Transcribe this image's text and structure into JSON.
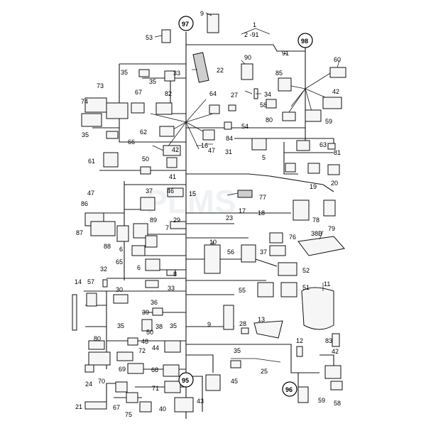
{
  "title": {
    "number": "1",
    "range": "2 -91"
  },
  "watermark": "PLMS",
  "circled_refs": [
    "97",
    "98",
    "95",
    "96"
  ],
  "part_labels": [
    "9",
    "53",
    "35",
    "33",
    "22",
    "35",
    "82",
    "67",
    "73",
    "74",
    "35",
    "66",
    "62",
    "64",
    "27",
    "34",
    "90",
    "85",
    "91",
    "60",
    "42",
    "58",
    "80",
    "59",
    "84",
    "54",
    "16",
    "47",
    "31",
    "5",
    "63",
    "81",
    "61",
    "50",
    "42",
    "41",
    "47",
    "46",
    "15",
    "77",
    "37",
    "19",
    "20",
    "86",
    "23",
    "17",
    "18",
    "29",
    "78",
    "79",
    "87",
    "89",
    "7",
    "88",
    "76",
    "6",
    "38B",
    "10",
    "56",
    "37",
    "52",
    "6",
    "65",
    "32",
    "8",
    "55",
    "51",
    "14",
    "57",
    "33",
    "30",
    "11",
    "36",
    "39",
    "35",
    "28",
    "13",
    "9",
    "35",
    "38",
    "50",
    "48",
    "80",
    "72",
    "44",
    "12",
    "83",
    "35",
    "25",
    "69",
    "68",
    "42",
    "24",
    "70",
    "67",
    "71",
    "45",
    "75",
    "40",
    "43",
    "21",
    "59",
    "58"
  ]
}
